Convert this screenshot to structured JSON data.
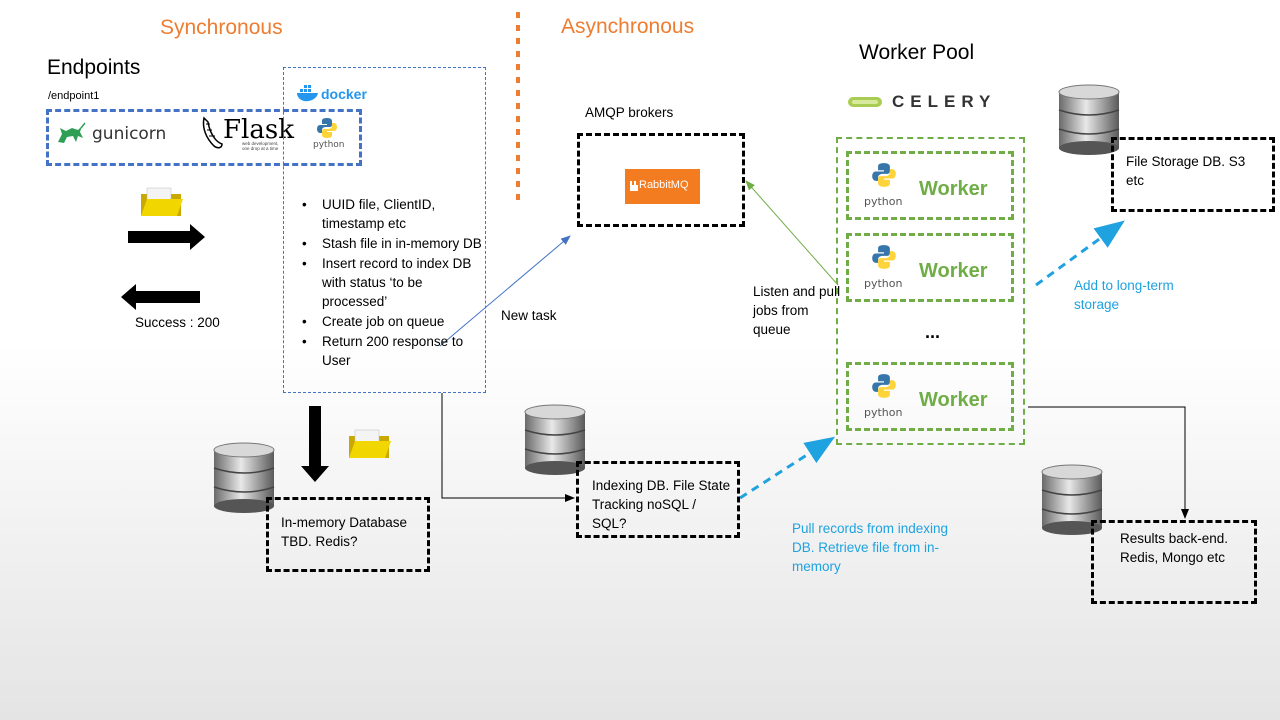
{
  "sections": {
    "synchronous": "Synchronous",
    "asynchronous": "Asynchronous",
    "worker_pool": "Worker Pool"
  },
  "endpoints": {
    "title": "Endpoints",
    "path": "/endpoint1",
    "gunicorn": "gunicorn",
    "flask": "Flask",
    "flask_tagline": "web development, one drop at a time",
    "docker": "docker",
    "python": "python"
  },
  "success_label": "Success : 200",
  "steps": [
    "UUID file, ClientID, timestamp etc",
    "Stash file in in-memory DB",
    "Insert record to index DB with status ‘to be processed’",
    "Create job on queue",
    "Return 200 response to User"
  ],
  "new_task": "New task",
  "amqp": {
    "title": "AMQP brokers",
    "rabbitmq": "RabbitMQ",
    "rabbitmq_color": "#f47c20"
  },
  "listen_label": "Listen and pull jobs from queue",
  "celery": "CELERY",
  "workers": [
    {
      "label": "Worker",
      "python": "python"
    },
    {
      "label": "Worker",
      "python": "python"
    },
    {
      "label": "Worker",
      "python": "python"
    }
  ],
  "ellipsis": "...",
  "file_storage": "File Storage DB. S3 etc",
  "add_long_term": "Add to long-term storage",
  "in_memory_db": "In-memory  Database TBD. Redis?",
  "indexing_db": "Indexing DB. File State Tracking noSQL / SQL?",
  "pull_records": "Pull records from indexing DB. Retrieve file from in-memory",
  "results_backend": "Results back-end. Redis, Mongo etc",
  "colors": {
    "orange": "#ed7d31",
    "blue": "#4472c4",
    "green": "#70ad47",
    "light_blue": "#1fa2e0"
  }
}
